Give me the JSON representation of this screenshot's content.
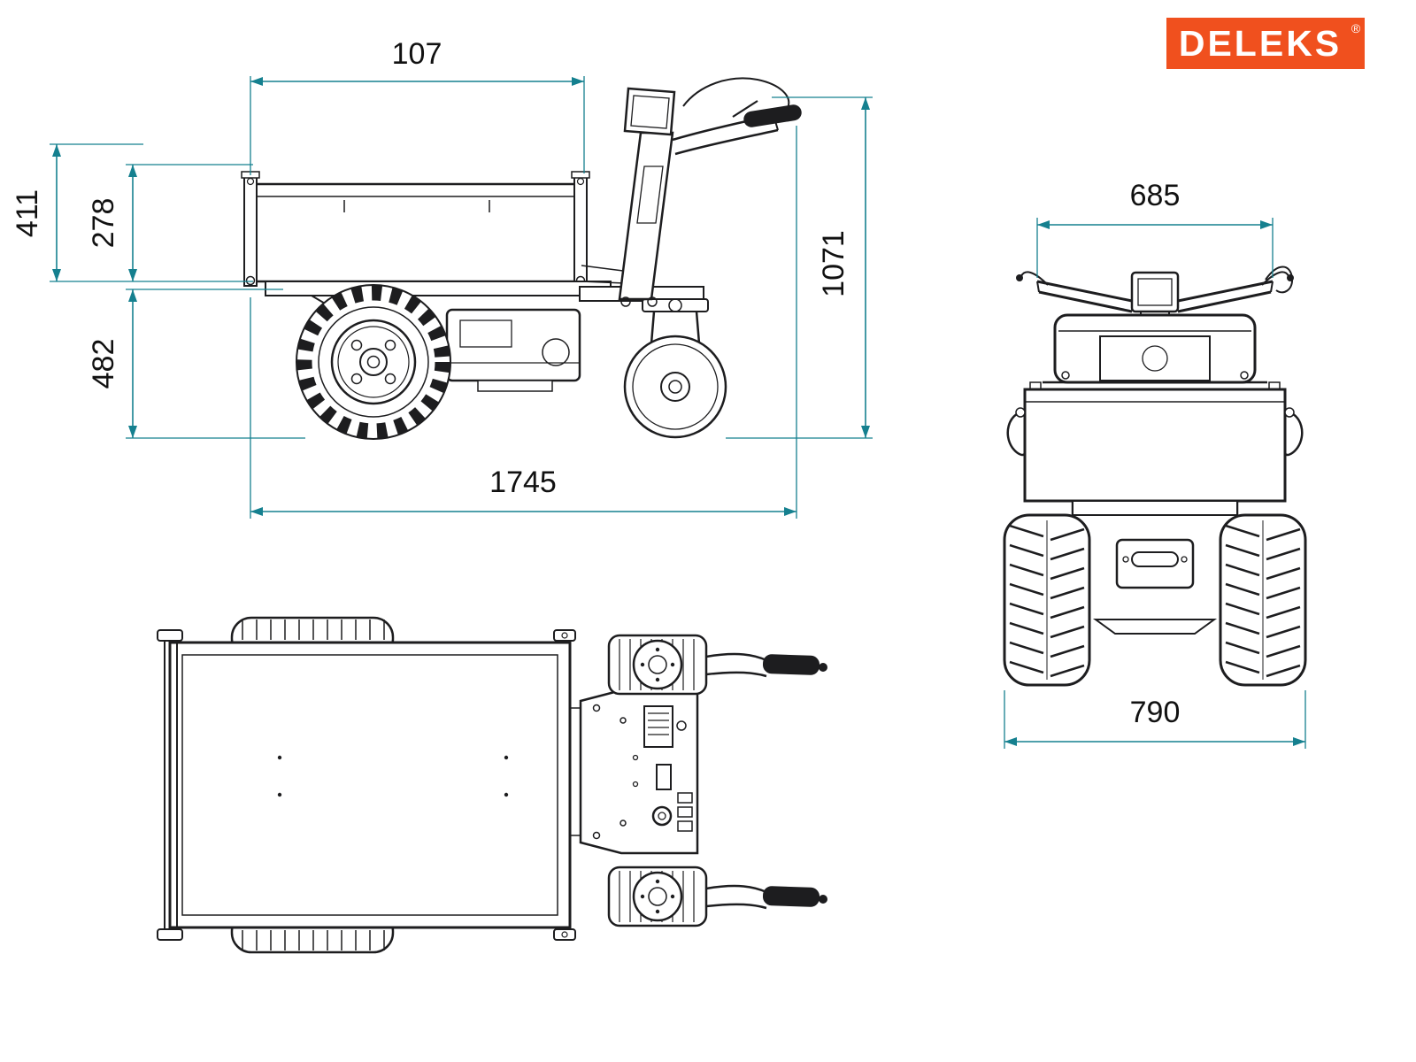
{
  "logo": {
    "brand": "DELEKS",
    "registered": "®"
  },
  "views": {
    "side": {
      "dim_top_length": "107",
      "dim_left_outer_height": "411",
      "dim_bed_depth": "278",
      "dim_ground_to_bed": "482",
      "dim_overall_height": "1071",
      "dim_overall_length": "1745"
    },
    "front": {
      "dim_upper_width": "685",
      "dim_track_width": "790"
    }
  },
  "colors": {
    "dimension_line": "#15808F",
    "drawing_line": "#1D1D1F",
    "logo_bg": "#F0501E"
  }
}
